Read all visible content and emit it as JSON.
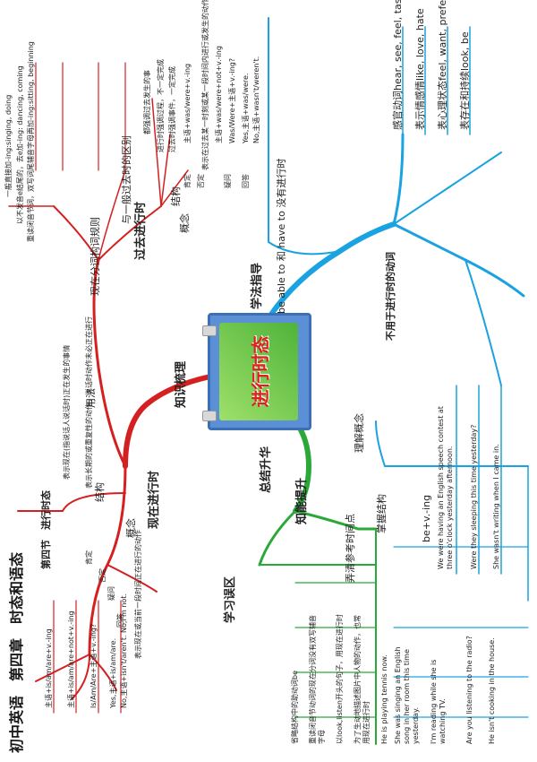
{
  "header": {
    "title": "初中英语　第四章　时态和语态",
    "section": "第四节　进行时态"
  },
  "center": {
    "label": "进行时态"
  },
  "branches": {
    "knowledge": "知识梳理",
    "method": "学法指导",
    "summary": "总结升华",
    "ability": "知能提升",
    "mistakes": "学习误区",
    "present_prog": "现在进行时",
    "past_prog": "过去进行时",
    "understand": "理解概念",
    "master": "掌握结构",
    "non_prog_verbs": "不用于进行时的动词",
    "be_able": "be able to 和 have to 没有进行时",
    "compare": "与一般过去时的区别",
    "formation": "现在分词构词规则",
    "usage": "用法",
    "structure": "结构",
    "concept": "概念",
    "concept2": "概念",
    "structure2": "结构",
    "be_ing": "be+v.-ing",
    "clear_time": "弄清参考时间点"
  },
  "present": {
    "concept_text": "表示现在或当前一段时间正在进行的动作",
    "usage_1": "表示现在(指说话人说话时)正在发生的事情",
    "usage_2": "表示长期的或重复性的动作，说话时动作未必正在进行",
    "pos_label": "肯定",
    "pos_form": "主语+is/am/are+v.-ing",
    "neg_label": "否定",
    "neg_form": "主语+is/am/are+not+v.-ing",
    "q_label": "疑问",
    "q_form": "Is/Am/Are+主语+v.-ing?",
    "ans_label": "回答",
    "ans_1": "Yes,主语+is/am/are.",
    "ans_2": "No,主语+isn't/aren't. No,I'm not."
  },
  "formation_rules": {
    "r1": "一般直接加-ing:singing, doing",
    "r2": "以不发音e结尾的，去e加-ing: dancing, coming",
    "r3": "重读闭音节词，双写词尾辅音字母再加-ing:sitting, beginning"
  },
  "past": {
    "concept_text": "表示在过去某一时刻或某一段时间内进行或发生的动作",
    "pos_label": "肯定",
    "pos_form": "主语+was/were+v.-ing",
    "neg_label": "否定",
    "neg_form": "主语+was/were+not+v.-ing",
    "q_label": "疑问",
    "q_form": "Was/Were+主语+v.-ing?",
    "ans_label": "回答",
    "ans_1": "Yes,主语+was/were.",
    "ans_2": "No,主语+wasn't/weren't.",
    "diff_1": "都强调过去发生的事",
    "diff_2": "进行时强调过程，不一定完成",
    "diff_3": "过去时强调事件，一定完成"
  },
  "verbs": {
    "sense": "感官动词hear, see, feel, taste",
    "emotion": "表示情感情like, love, hate",
    "mind": "表心理状态feel, want, prefer",
    "exist": "表存在和持续look, be"
  },
  "master_examples": {
    "e1": "We were having an English speech contest at three o'clock yesterday afternoon.",
    "e2": "Were they sleeping this time yesterday?",
    "e3": "She wasn't writing when I came in."
  },
  "understand_examples": {
    "e1": "She was singing an English song in her room this time yesterday.",
    "e2": "I'm reading while she is watching TV.",
    "e3": "Are you listening to the radio?",
    "e4": "He isn't cooking in the house."
  },
  "mistake_notes": {
    "n1": "省略结构中的助动词be",
    "n2": "重读闭音节动词的现在分词没有双写辅音字母",
    "n3": "以look,listen开头的句子，用现在进行时",
    "n4": "为了生动地描述图片中人物的动作，也常用现在进行时",
    "n5": "He is playing tennis now."
  },
  "colors": {
    "red": "#d42020",
    "blue": "#1aa3e0",
    "green": "#2aa838",
    "center_frame": "#5b8fd6"
  }
}
